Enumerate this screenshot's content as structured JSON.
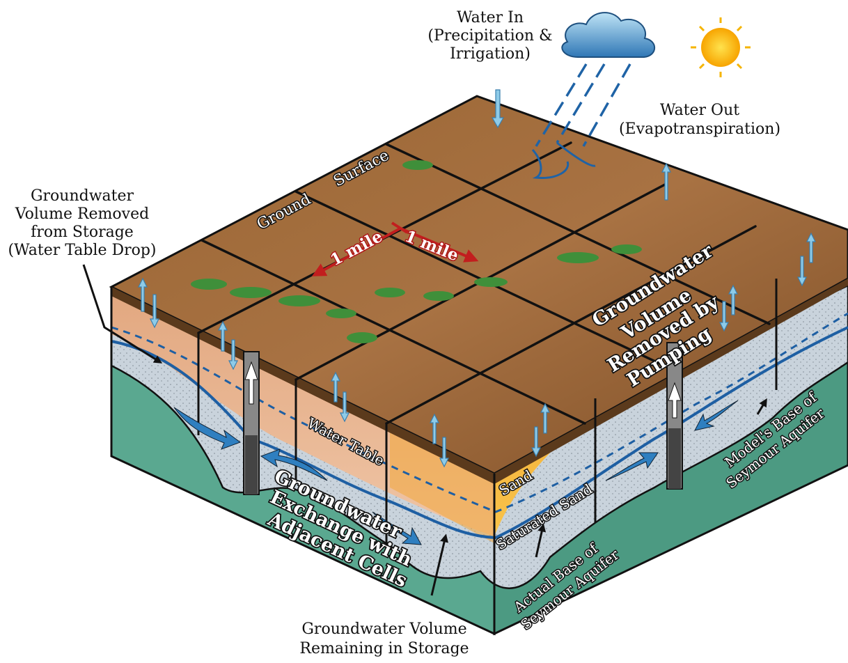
{
  "labels": {
    "water_in_line1": "Water In",
    "water_in_line2": "(Precipitation &",
    "water_in_line3": "Irrigation)",
    "water_out_line1": "Water Out",
    "water_out_line2": "(Evapotranspiration)",
    "removed_storage_line1": "Groundwater",
    "removed_storage_line2": "Volume Removed",
    "removed_storage_line3": "from Storage",
    "removed_storage_line4": "(Water Table Drop)",
    "ground": "Ground",
    "surface": "Surface",
    "mile_a": "1 mile",
    "mile_b": "1 mile",
    "pumping_line1": "Groundwater",
    "pumping_line2": "Volume",
    "pumping_line3": "Removed by",
    "pumping_line4": "Pumping",
    "water_table": "Water Table",
    "sand": "Sand",
    "saturated_sand": "Saturated Sand",
    "exchange_line1": "Groundwater",
    "exchange_line2": "Exchange with",
    "exchange_line3": "Adjacent Cells",
    "actual_base_line1": "Actual Base of",
    "actual_base_line2": "Seymour Aquifer",
    "model_base_line1": "Model's Base of",
    "model_base_line2": "Seymour Aquifer",
    "remaining_line1": "Groundwater Volume",
    "remaining_line2": "Remaining in Storage"
  },
  "icons": [
    "cloud-icon",
    "rain-icon",
    "sun-icon",
    "well-icon",
    "shrub-icon"
  ],
  "colors": {
    "ground_surface": "#8a5a2e",
    "sand": "#f0a532",
    "saturated_sand": "#c9d3db",
    "bedrock": "#5fae96",
    "water_table_line": "#1e5fa3",
    "flux_arrow": "#8ecbe8",
    "grid_arrow": "#c21e1e"
  }
}
